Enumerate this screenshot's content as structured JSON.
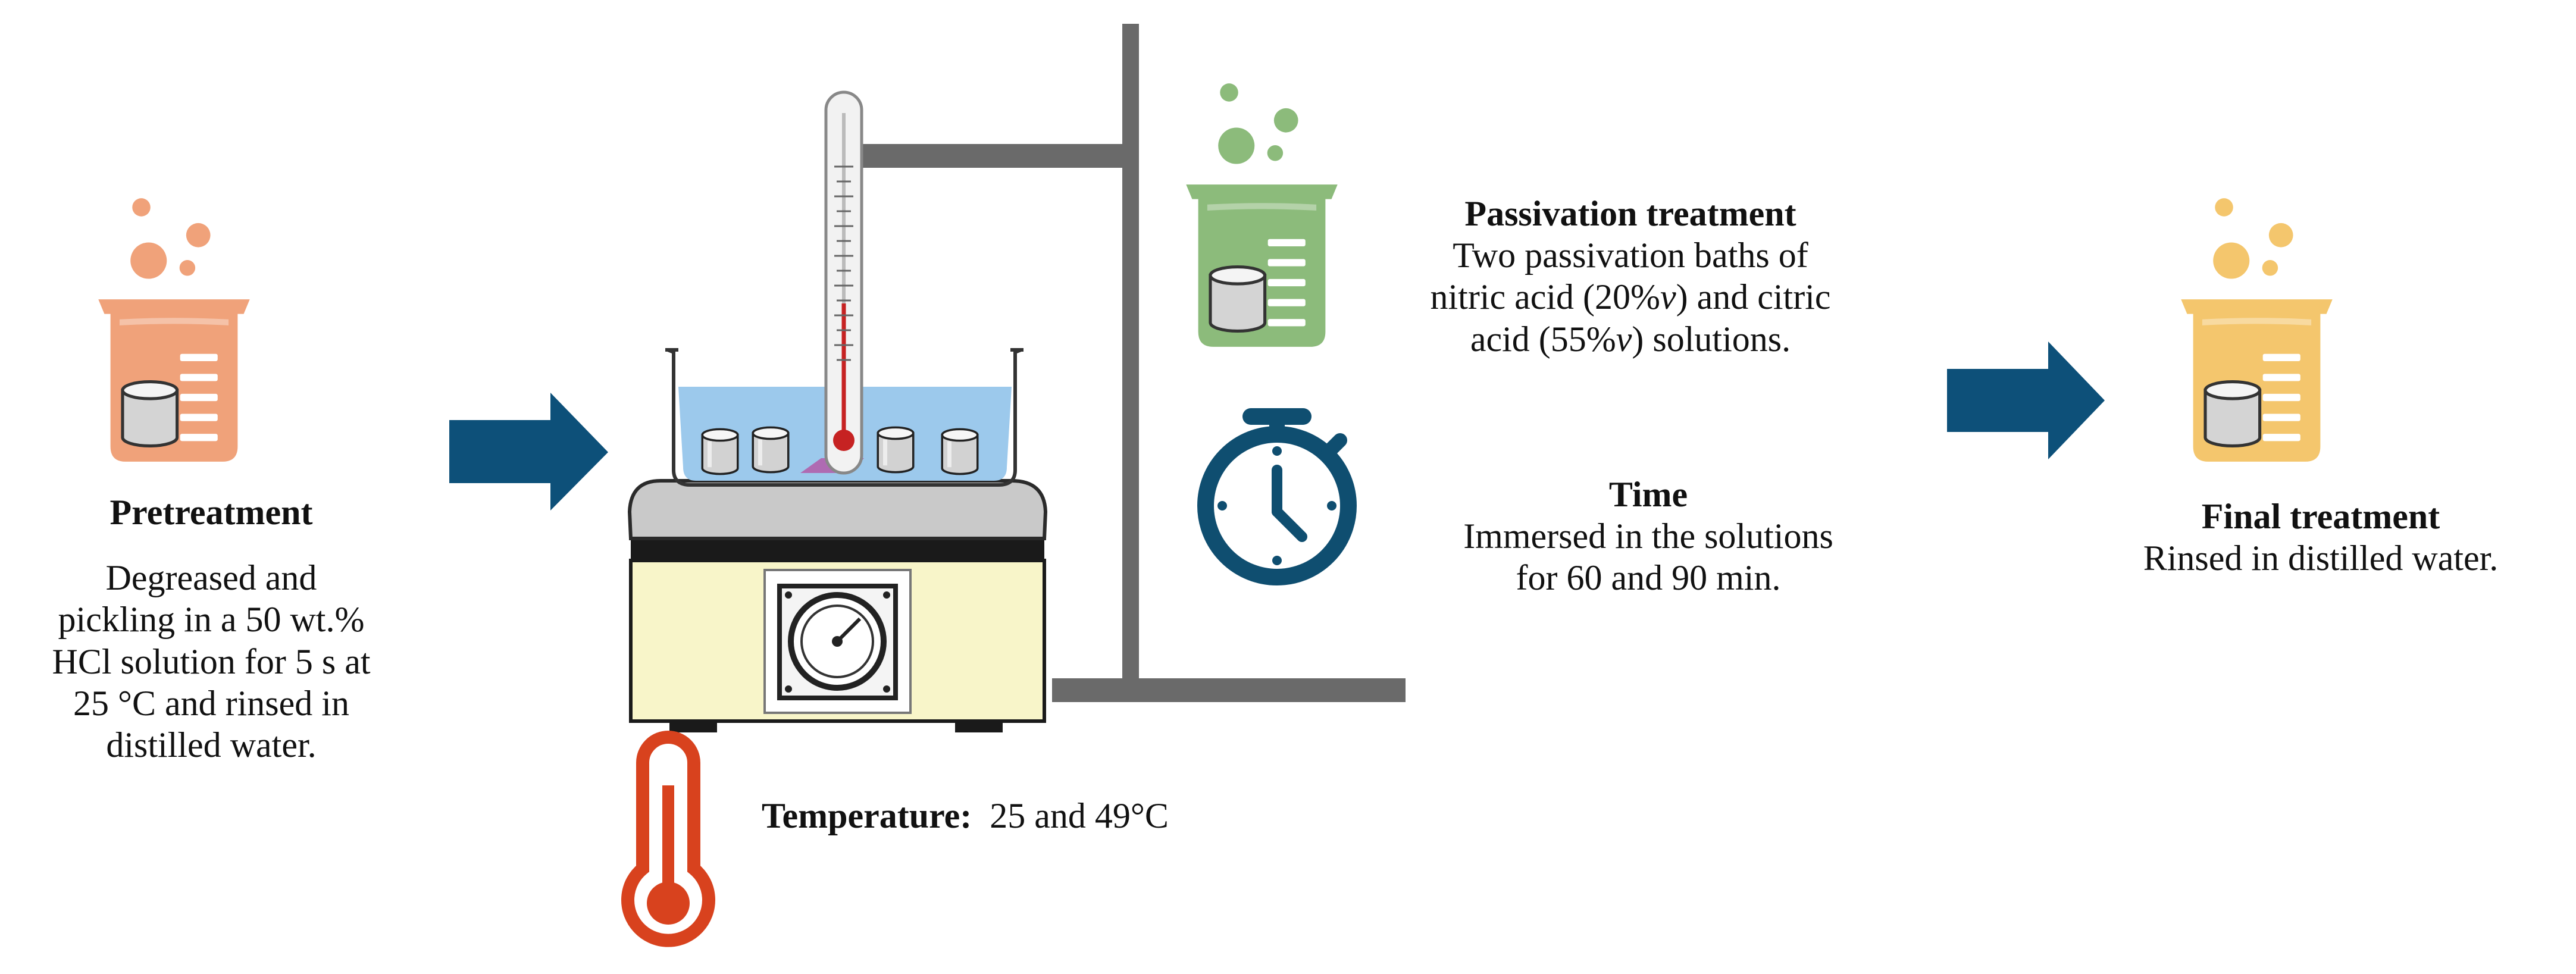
{
  "colors": {
    "pretreatment": "#f0a27a",
    "passivation": "#8cbb7b",
    "final": "#f4c66d",
    "arrow": "#0d5079",
    "stopwatch": "#0f4e70",
    "thermometer": "#d8421e",
    "bath": "#9cc9ec",
    "stand": "#6a6a6a",
    "heater": "#f8f5c9"
  },
  "icons": {
    "pretreatment_beaker": "beaker-with-sample-icon",
    "passivation_beaker": "beaker-with-sample-icon",
    "final_beaker": "beaker-with-sample-icon",
    "flow_arrow": "right-arrow-icon",
    "timer": "stopwatch-icon",
    "temperature": "thermometer-icon",
    "setup": "hot-plate-with-bath-and-thermometer-icon"
  },
  "pretreatment": {
    "title": "Pretreatment",
    "lines": [
      "Degreased and",
      "pickling in a 50 wt.%",
      "HCl solution for 5 s at",
      "25 °C and rinsed in",
      "distilled water."
    ]
  },
  "passivation": {
    "title": "Passivation treatment",
    "line1": "Two passivation baths of",
    "line2_pre": "nitric acid (20%",
    "line2_ital": "v",
    "line2_post": ") and citric",
    "line3_pre": "acid (55%",
    "line3_ital": "v",
    "line3_post": ") solutions."
  },
  "time": {
    "title": "Time",
    "lines": [
      "Immersed in the solutions",
      "for 60 and 90 min."
    ]
  },
  "temperature": {
    "label": "Temperature:",
    "value": "25 and 49°C"
  },
  "final": {
    "title": "Final treatment",
    "line": "Rinsed in distilled water."
  }
}
